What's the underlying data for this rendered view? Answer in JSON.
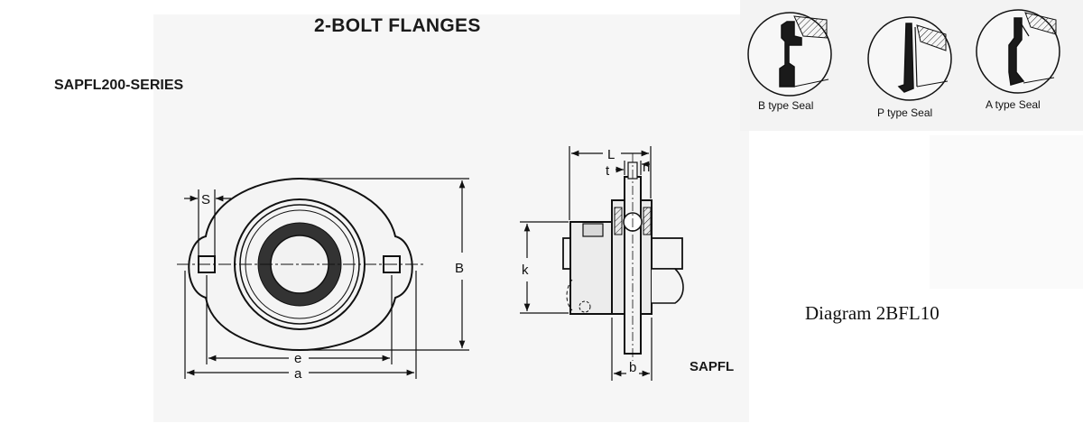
{
  "title": "2-BOLT FLANGES",
  "series": "SAPFL200-SERIES",
  "diagram_id": "Diagram 2BFL10",
  "model": "SAPFL",
  "seals": [
    {
      "label": "B type Seal"
    },
    {
      "label": "P type Seal"
    },
    {
      "label": "A type Seal"
    }
  ],
  "dimensions": {
    "S": "S",
    "B": "B",
    "e": "e",
    "a": "a",
    "L": "L",
    "t": "t",
    "n": "n",
    "k": "k",
    "b": "b"
  }
}
